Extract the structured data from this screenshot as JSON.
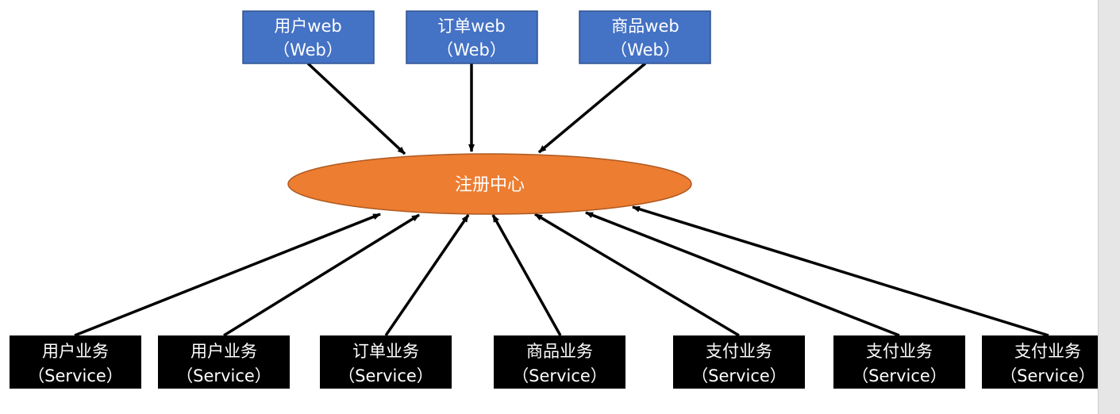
{
  "colors": {
    "web_box": "#4472C4",
    "web_box_border": "#2F528F",
    "service_box": "#000000",
    "center": "#ED7D31",
    "center_border": "#AE5A21",
    "arrow": "#000000"
  },
  "center": {
    "label": "注册中心"
  },
  "web_nodes": [
    {
      "line1": "用户web",
      "line2": "（Web）"
    },
    {
      "line1": "订单web",
      "line2": "（Web）"
    },
    {
      "line1": "商品web",
      "line2": "（Web）"
    }
  ],
  "service_nodes": [
    {
      "line1": "用户业务",
      "line2": "（Service）"
    },
    {
      "line1": "用户业务",
      "line2": "（Service）"
    },
    {
      "line1": "订单业务",
      "line2": "（Service）"
    },
    {
      "line1": "商品业务",
      "line2": "（Service）"
    },
    {
      "line1": "支付业务",
      "line2": "（Service）"
    },
    {
      "line1": "支付业务",
      "line2": "（Service）"
    },
    {
      "line1": "支付业务",
      "line2": "（Service）"
    }
  ]
}
